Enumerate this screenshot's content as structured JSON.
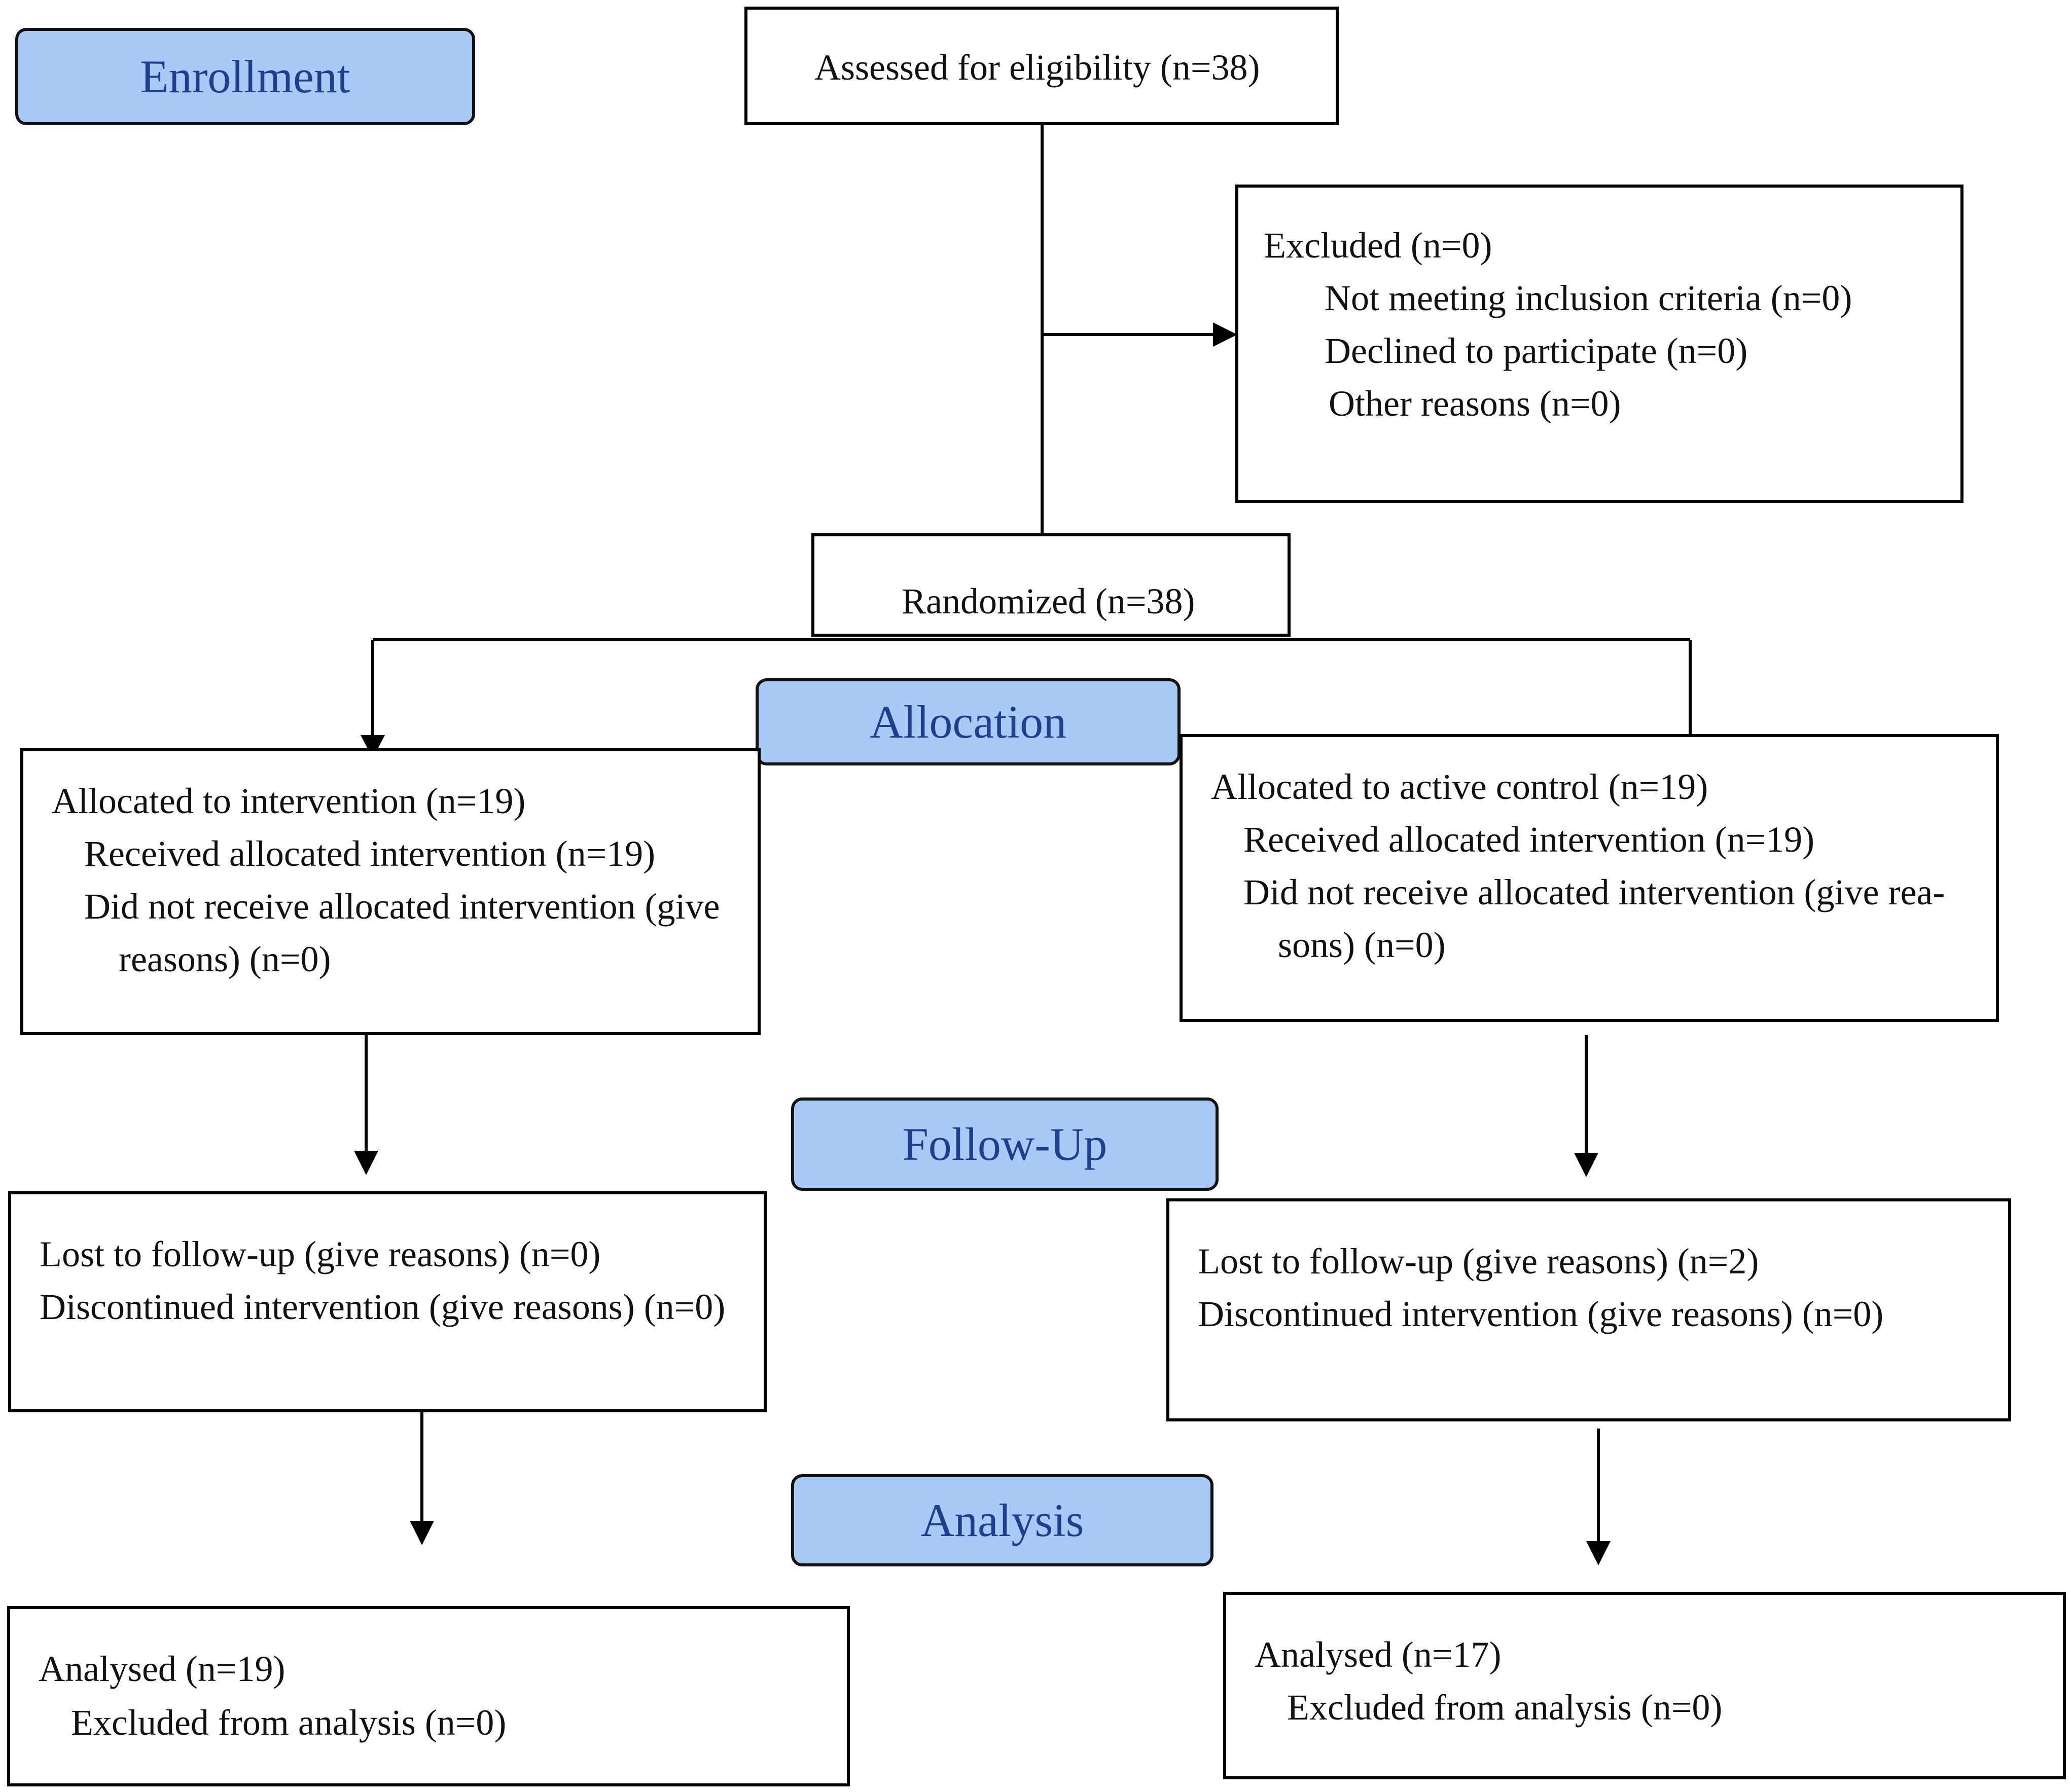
{
  "stages": {
    "enrollment": "Enrollment",
    "allocation": "Allocation",
    "follow_up": "Follow-Up",
    "analysis": "Analysis"
  },
  "assessed": {
    "text": "Assessed for eligibility (n=38)"
  },
  "excluded": {
    "title": "Excluded (n=0)",
    "items": [
      "Not meeting inclusion criteria (n=0)",
      "Declined to participate (n=0)",
      "Other reasons (n=0)"
    ]
  },
  "randomized": {
    "text": "Randomized (n=38)"
  },
  "left": {
    "allocated": {
      "title": "Allocated to intervention (n=19)",
      "received": "Received allocated intervention (n=19)",
      "not_received_1": "Did not receive allocated intervention (give",
      "not_received_2": "reasons) (n=0)"
    },
    "follow_up": {
      "lost": "Lost to follow-up (give reasons) (n=0)",
      "discontinued": "Discontinued intervention (give reasons) (n=0)"
    },
    "analysis": {
      "analysed": "Analysed (n=19)",
      "excluded": "Excluded from analysis (n=0)"
    }
  },
  "right": {
    "allocated": {
      "title": "Allocated to active control (n=19)",
      "received": "Received allocated intervention (n=19)",
      "not_received_1": "Did not receive allocated intervention (give rea-",
      "not_received_2": "sons) (n=0)"
    },
    "follow_up": {
      "lost": "Lost to follow-up (give reasons) (n=2)",
      "discontinued": "Discontinued intervention (give reasons) (n=0)"
    },
    "analysis": {
      "analysed": "Analysed (n=17)",
      "excluded": "Excluded from analysis (n=0)"
    }
  }
}
